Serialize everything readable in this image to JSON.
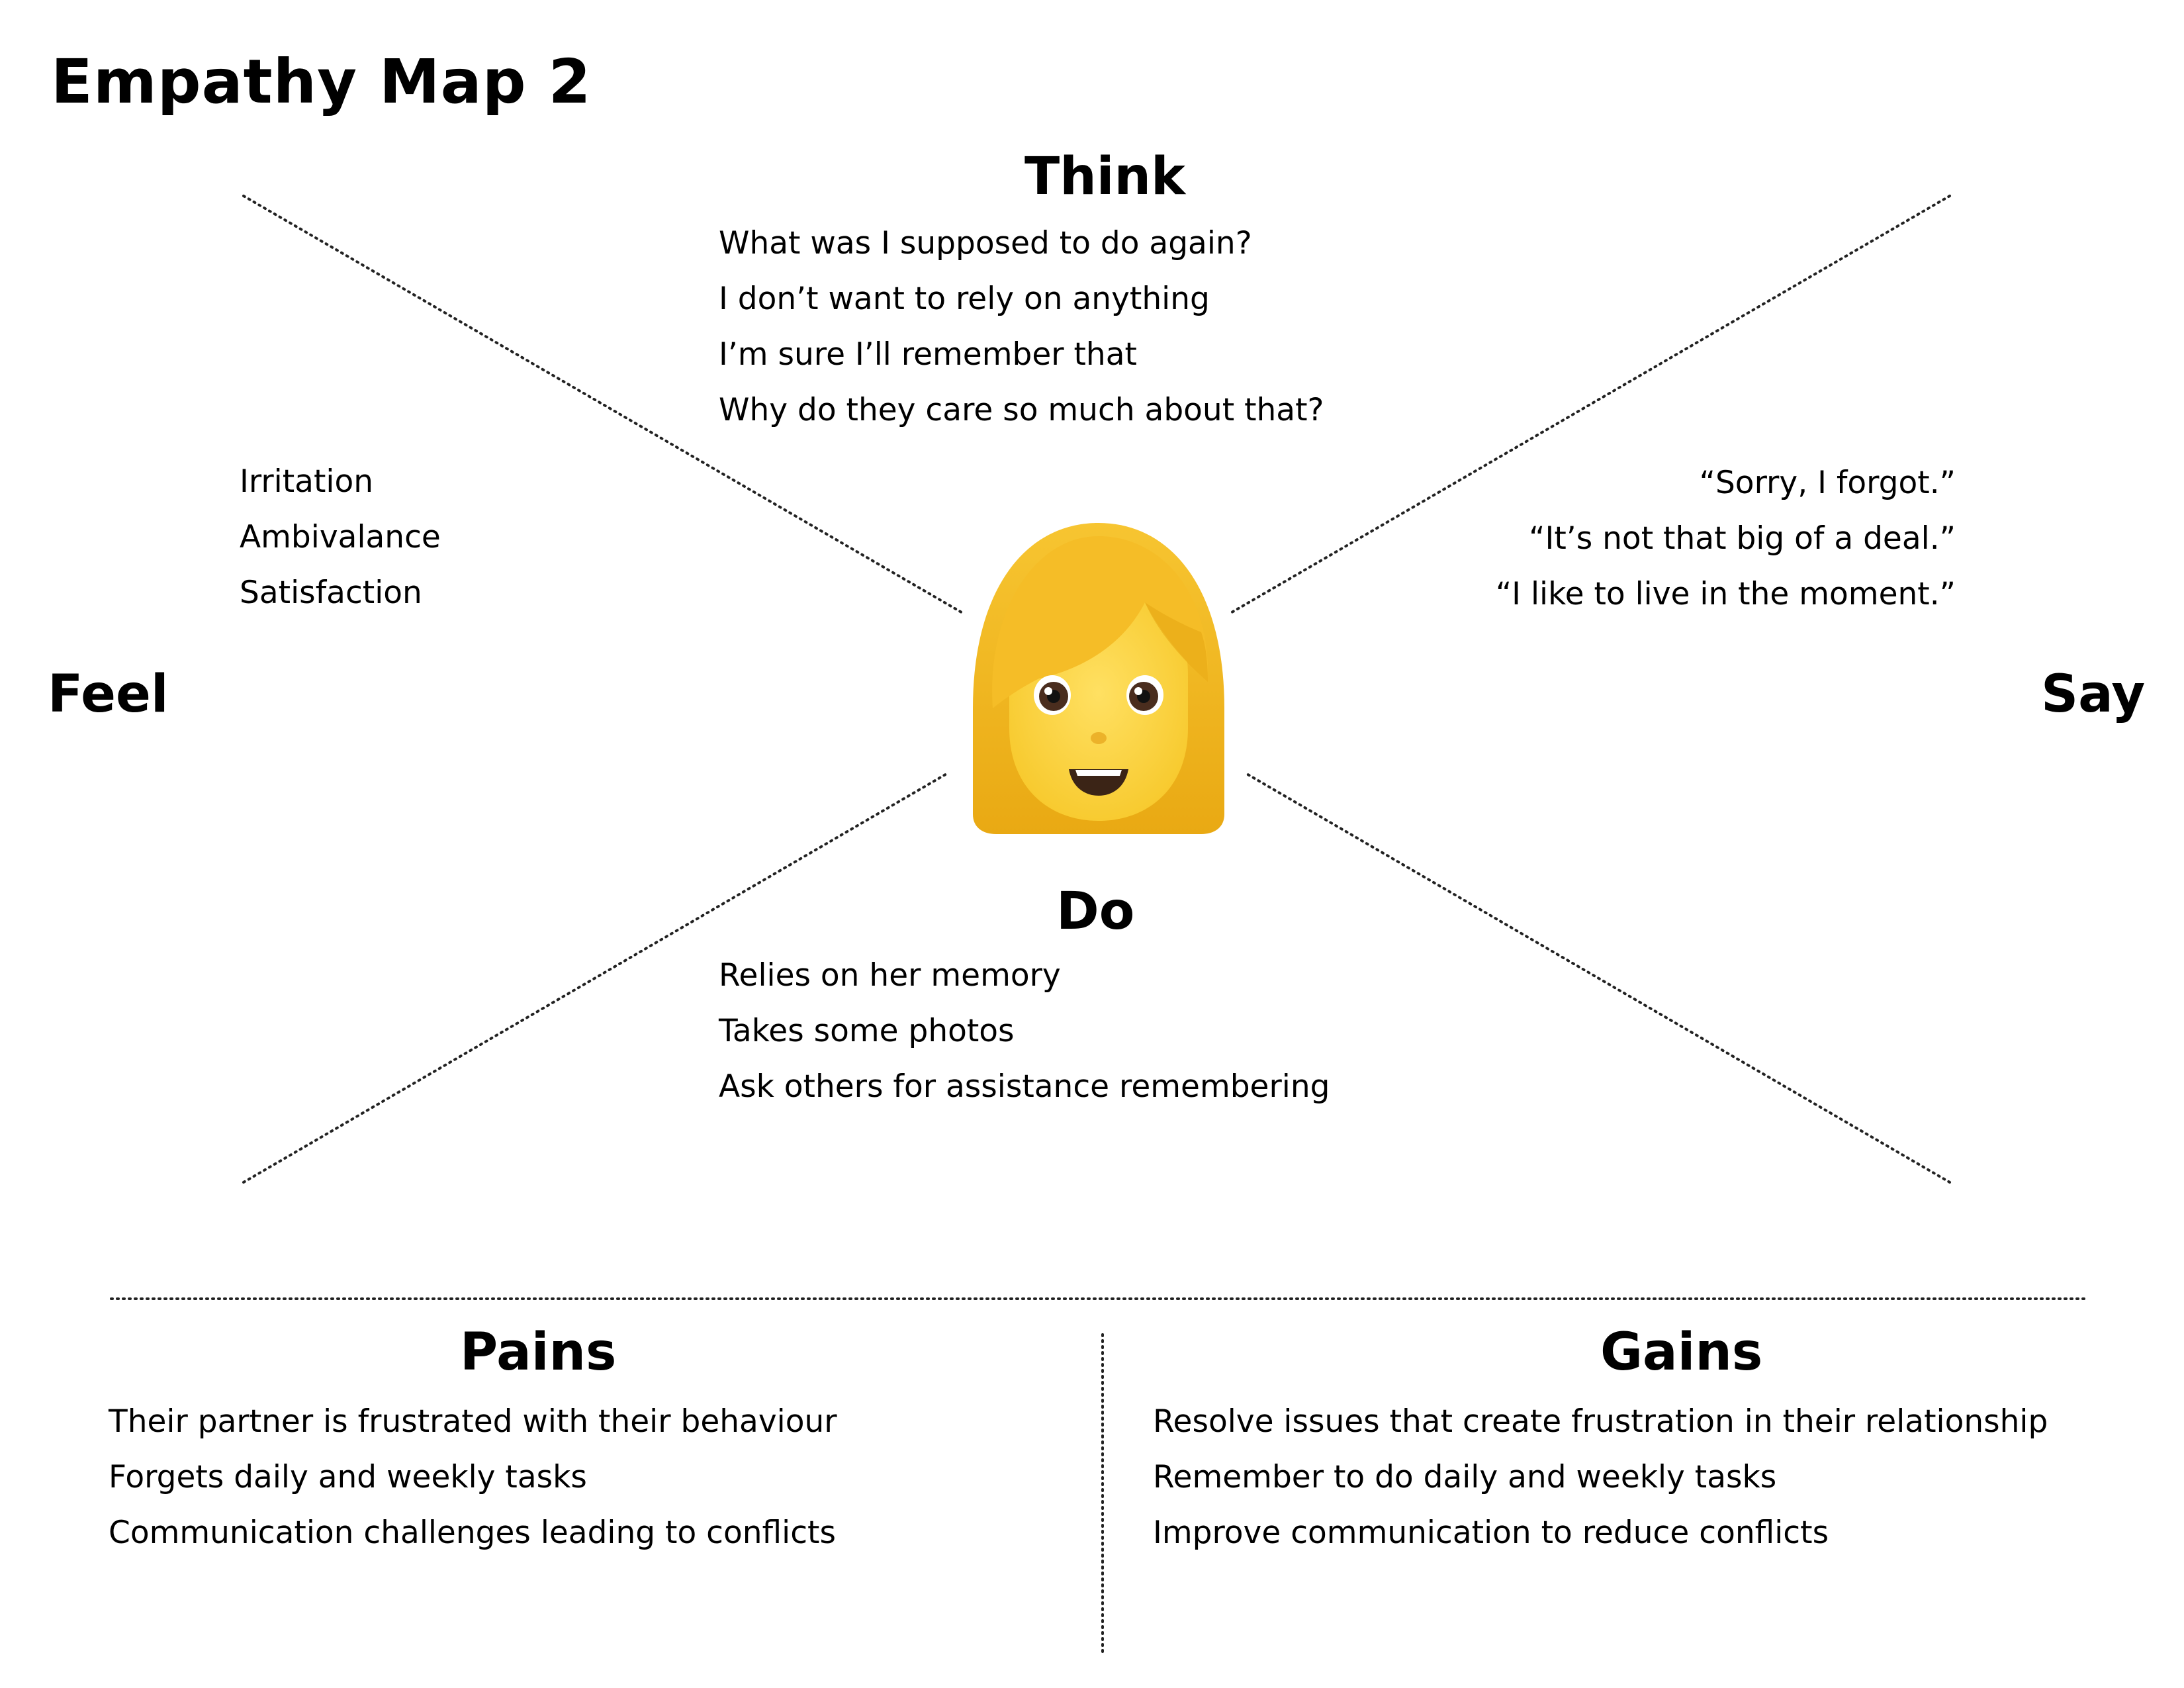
{
  "title": "Empathy Map 2",
  "persona": {
    "icon": "woman-face-emoji-icon"
  },
  "think": {
    "heading": "Think",
    "items": [
      "What was I supposed to do again?",
      "I don’t want to rely on anything",
      "I’m sure I’ll remember that",
      "Why do they care so much about that?"
    ]
  },
  "feel": {
    "heading": "Feel",
    "items": [
      "Irritation",
      "Ambivalance",
      "Satisfaction"
    ]
  },
  "say": {
    "heading": "Say",
    "items": [
      "“Sorry, I forgot.”",
      "“It’s not that big of a deal.”",
      "“I like to live in the moment.”"
    ]
  },
  "do": {
    "heading": "Do",
    "items": [
      "Relies on her memory",
      "Takes some photos",
      "Ask others for assistance remembering"
    ]
  },
  "pains": {
    "heading": "Pains",
    "items": [
      "Their partner is frustrated with their behaviour",
      "Forgets daily and weekly tasks",
      "Communication challenges leading to conflicts"
    ]
  },
  "gains": {
    "heading": "Gains",
    "items": [
      "Resolve issues that create frustration in their relationship",
      "Remember to do daily and weekly tasks",
      "Improve communication to reduce conflicts"
    ]
  },
  "colors": {
    "hair": "#f2b61d",
    "skin": "#fcd33f",
    "text": "#000000"
  }
}
